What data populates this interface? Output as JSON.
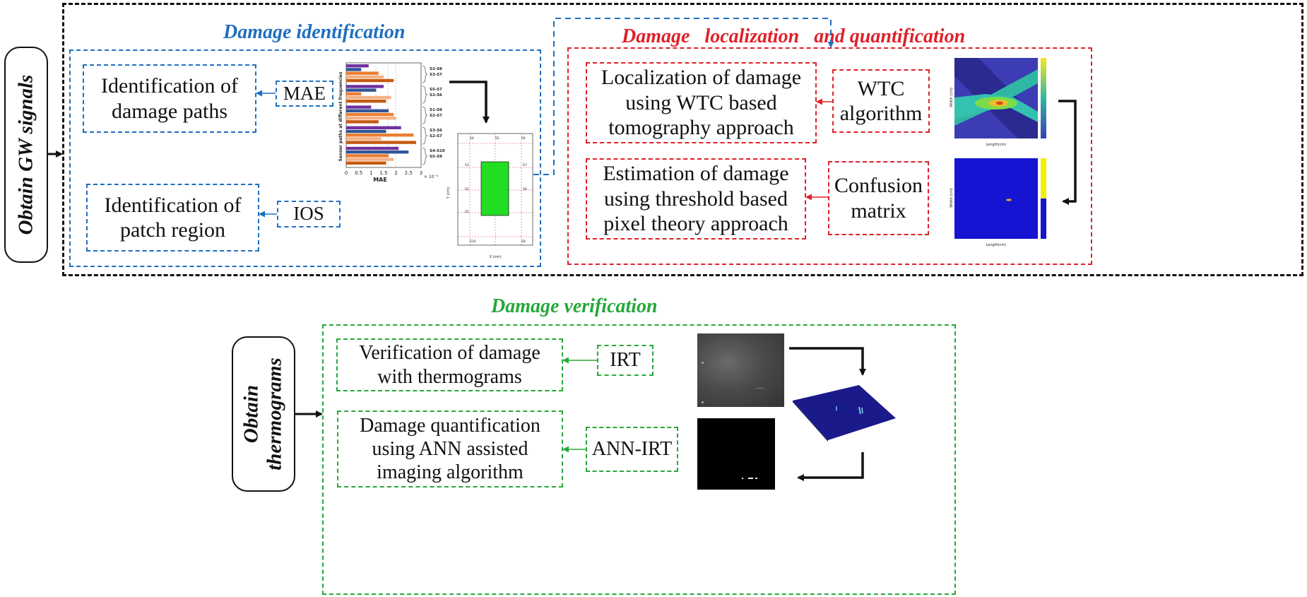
{
  "labels": {
    "gw_signals": "Obtain GW signals",
    "thermograms_line1": "Obtain",
    "thermograms_line2": "thermograms"
  },
  "sections": {
    "identification": "Damage identification",
    "localization": "Damage   localization   and quantification",
    "verification": "Damage verification"
  },
  "identification": {
    "paths_box": "Identification of damage paths",
    "patch_box": "Identification of patch region",
    "mae": "MAE",
    "ios": "IOS"
  },
  "localization": {
    "wtc_box": "Localization of damage using WTC based tomography approach",
    "estimation_box": "Estimation of damage using threshold based pixel theory approach",
    "wtc_algo": "WTC algorithm",
    "confusion": "Confusion matrix"
  },
  "verification": {
    "thermo_box": "Verification of damage with thermograms",
    "ann_box": "Damage quantification using ANN assisted imaging algorithm",
    "irt": "IRT",
    "ann_irt": "ANN-IRT"
  },
  "plots": {
    "bar_ylabel": "Sensor paths at different frequencies",
    "bar_xlabel": "MAE",
    "bar_exponent": "× 10⁻³",
    "bar_xticks": [
      "0",
      "0.5",
      "1",
      "1.5",
      "2",
      "2.5",
      "3"
    ],
    "bar_groups": [
      "S2-S8 S3-S7",
      "S5-S7 S2-S6",
      "S1-S9 S2-S7",
      "S3-S6 S2-S7",
      "S4-S10 S5-S9"
    ],
    "patch_xlabel": "X (cm)",
    "patch_ylabel": "Y (cm)",
    "patch_sensors": [
      "S4",
      "S5",
      "S6",
      "S3",
      "S7",
      "S2",
      "S8",
      "S1",
      "S10",
      "S9"
    ],
    "wtc_xlabel": "Length(cm)",
    "wtc_ylabel": "Width (cm)",
    "conf_xlabel": "Length(cm)",
    "conf_ylabel": "Width (cm)"
  }
}
